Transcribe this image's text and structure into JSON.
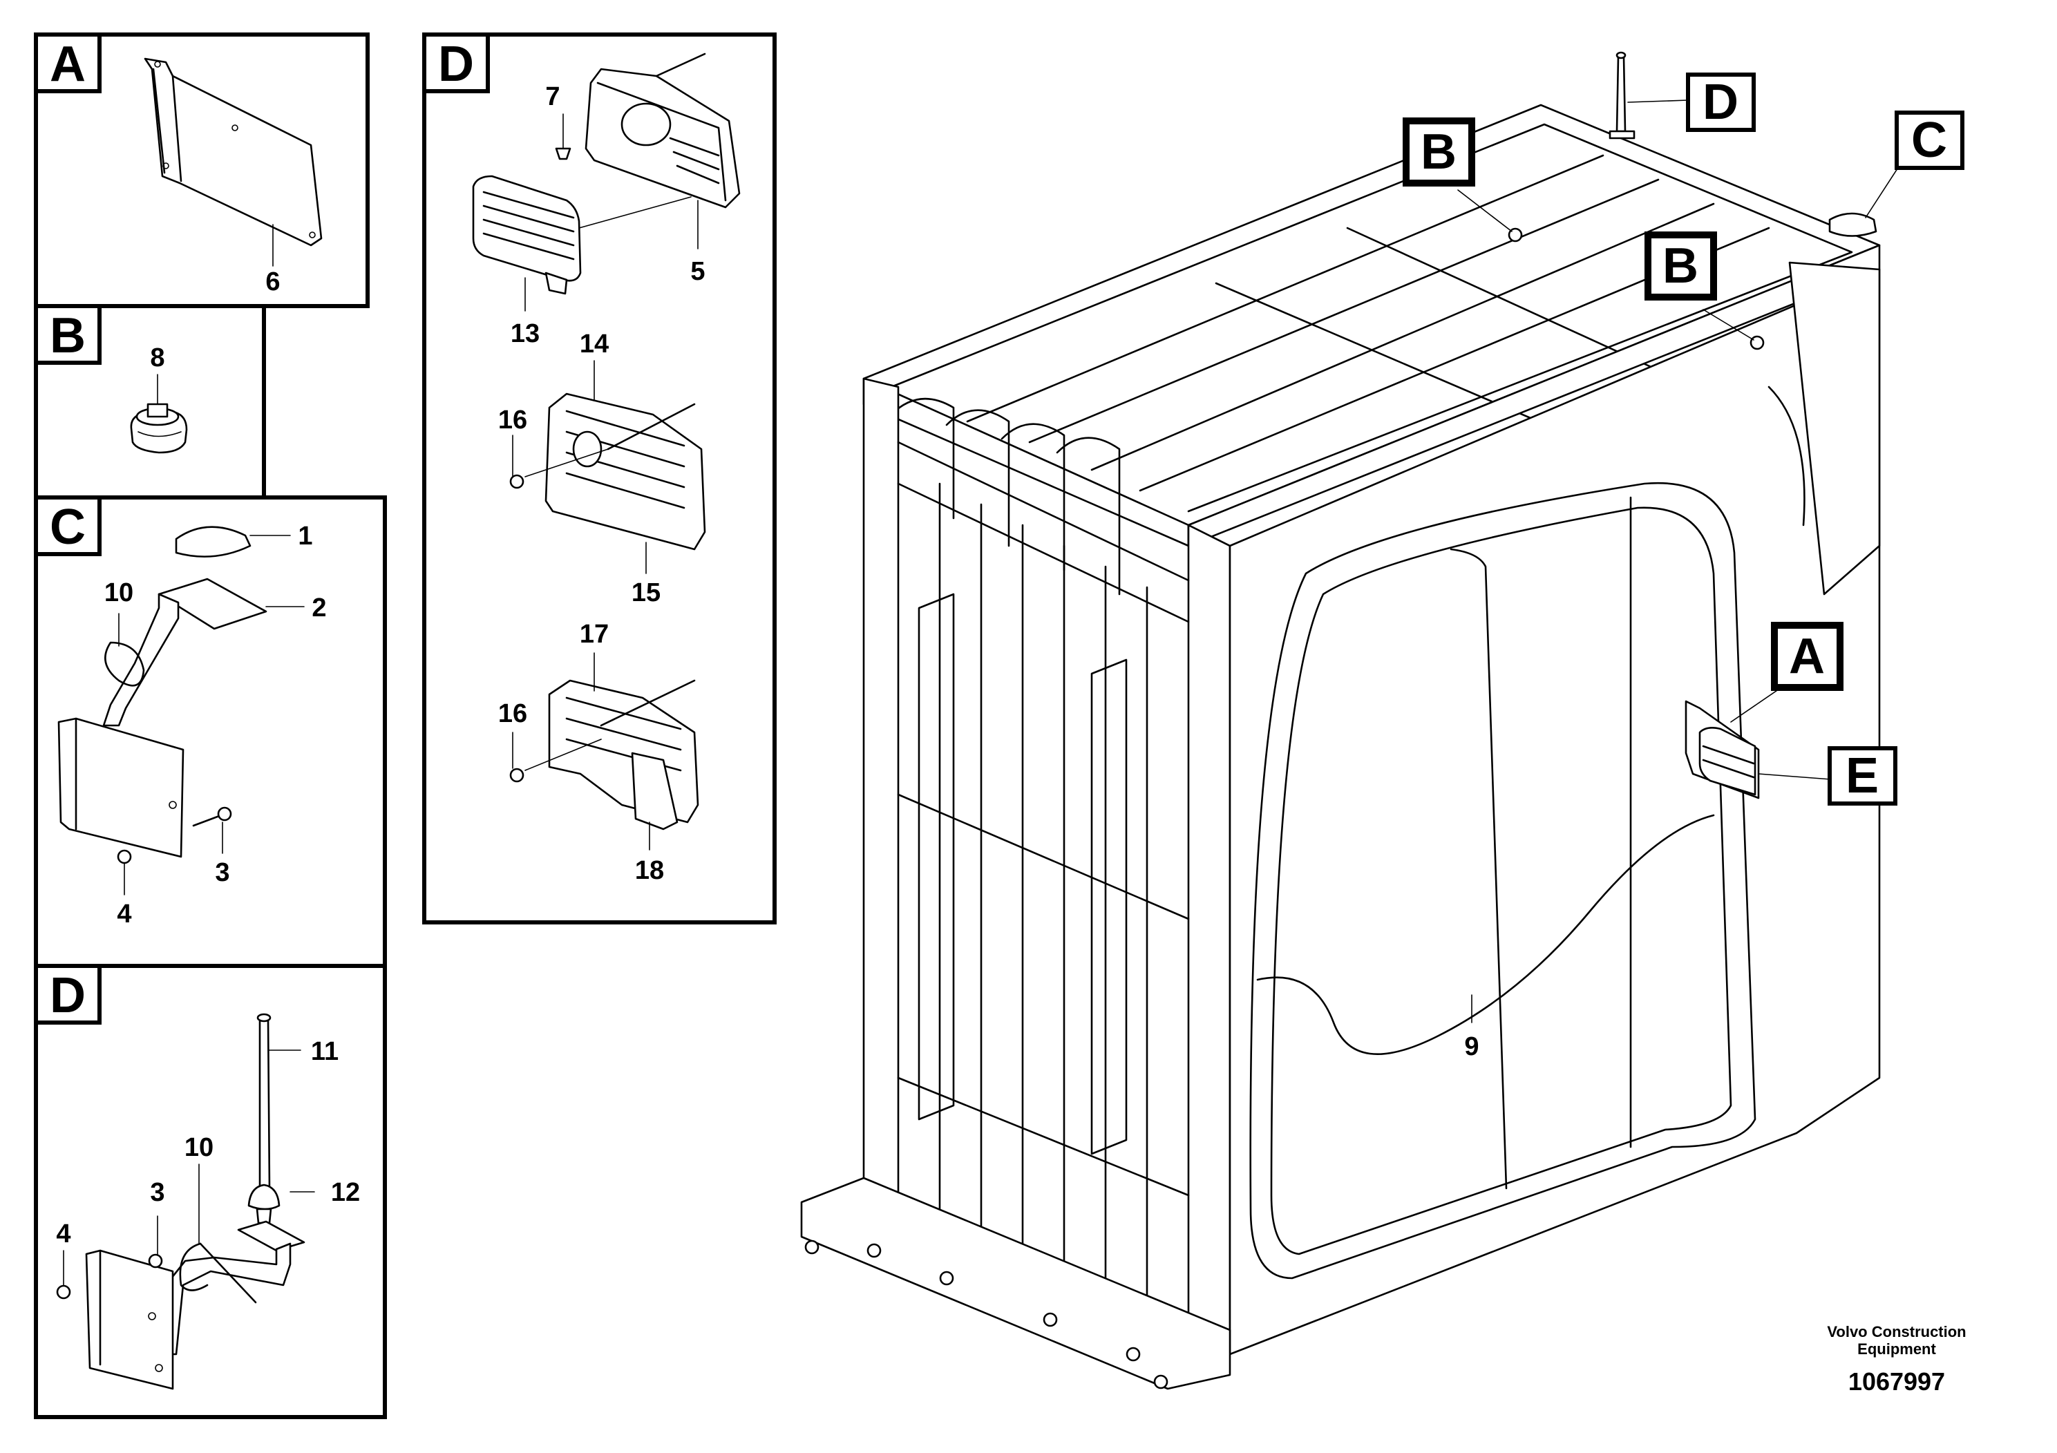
{
  "panels": [
    {
      "id": "A",
      "label": "A"
    },
    {
      "id": "B",
      "label": "B"
    },
    {
      "id": "C",
      "label": "C"
    },
    {
      "id": "D1",
      "label": "D"
    },
    {
      "id": "D2",
      "label": "D"
    }
  ],
  "part_numbers": {
    "p1": "1",
    "p2": "2",
    "p3a": "3",
    "p4a": "4",
    "p5": "5",
    "p6": "6",
    "p7": "7",
    "p8": "8",
    "p9": "9",
    "p10a": "10",
    "p10b": "10",
    "p11": "11",
    "p12": "12",
    "p3b": "3",
    "p4b": "4",
    "p13": "13",
    "p14": "14",
    "p15": "15",
    "p16a": "16",
    "p16b": "16",
    "p17": "17",
    "p18": "18"
  },
  "callouts": {
    "A": "A",
    "B1": "B",
    "B2": "B",
    "C": "C",
    "D": "D",
    "E": "E"
  },
  "footer": {
    "company_line1": "Volvo Construction",
    "company_line2": "Equipment",
    "doc_number": "1067997"
  }
}
